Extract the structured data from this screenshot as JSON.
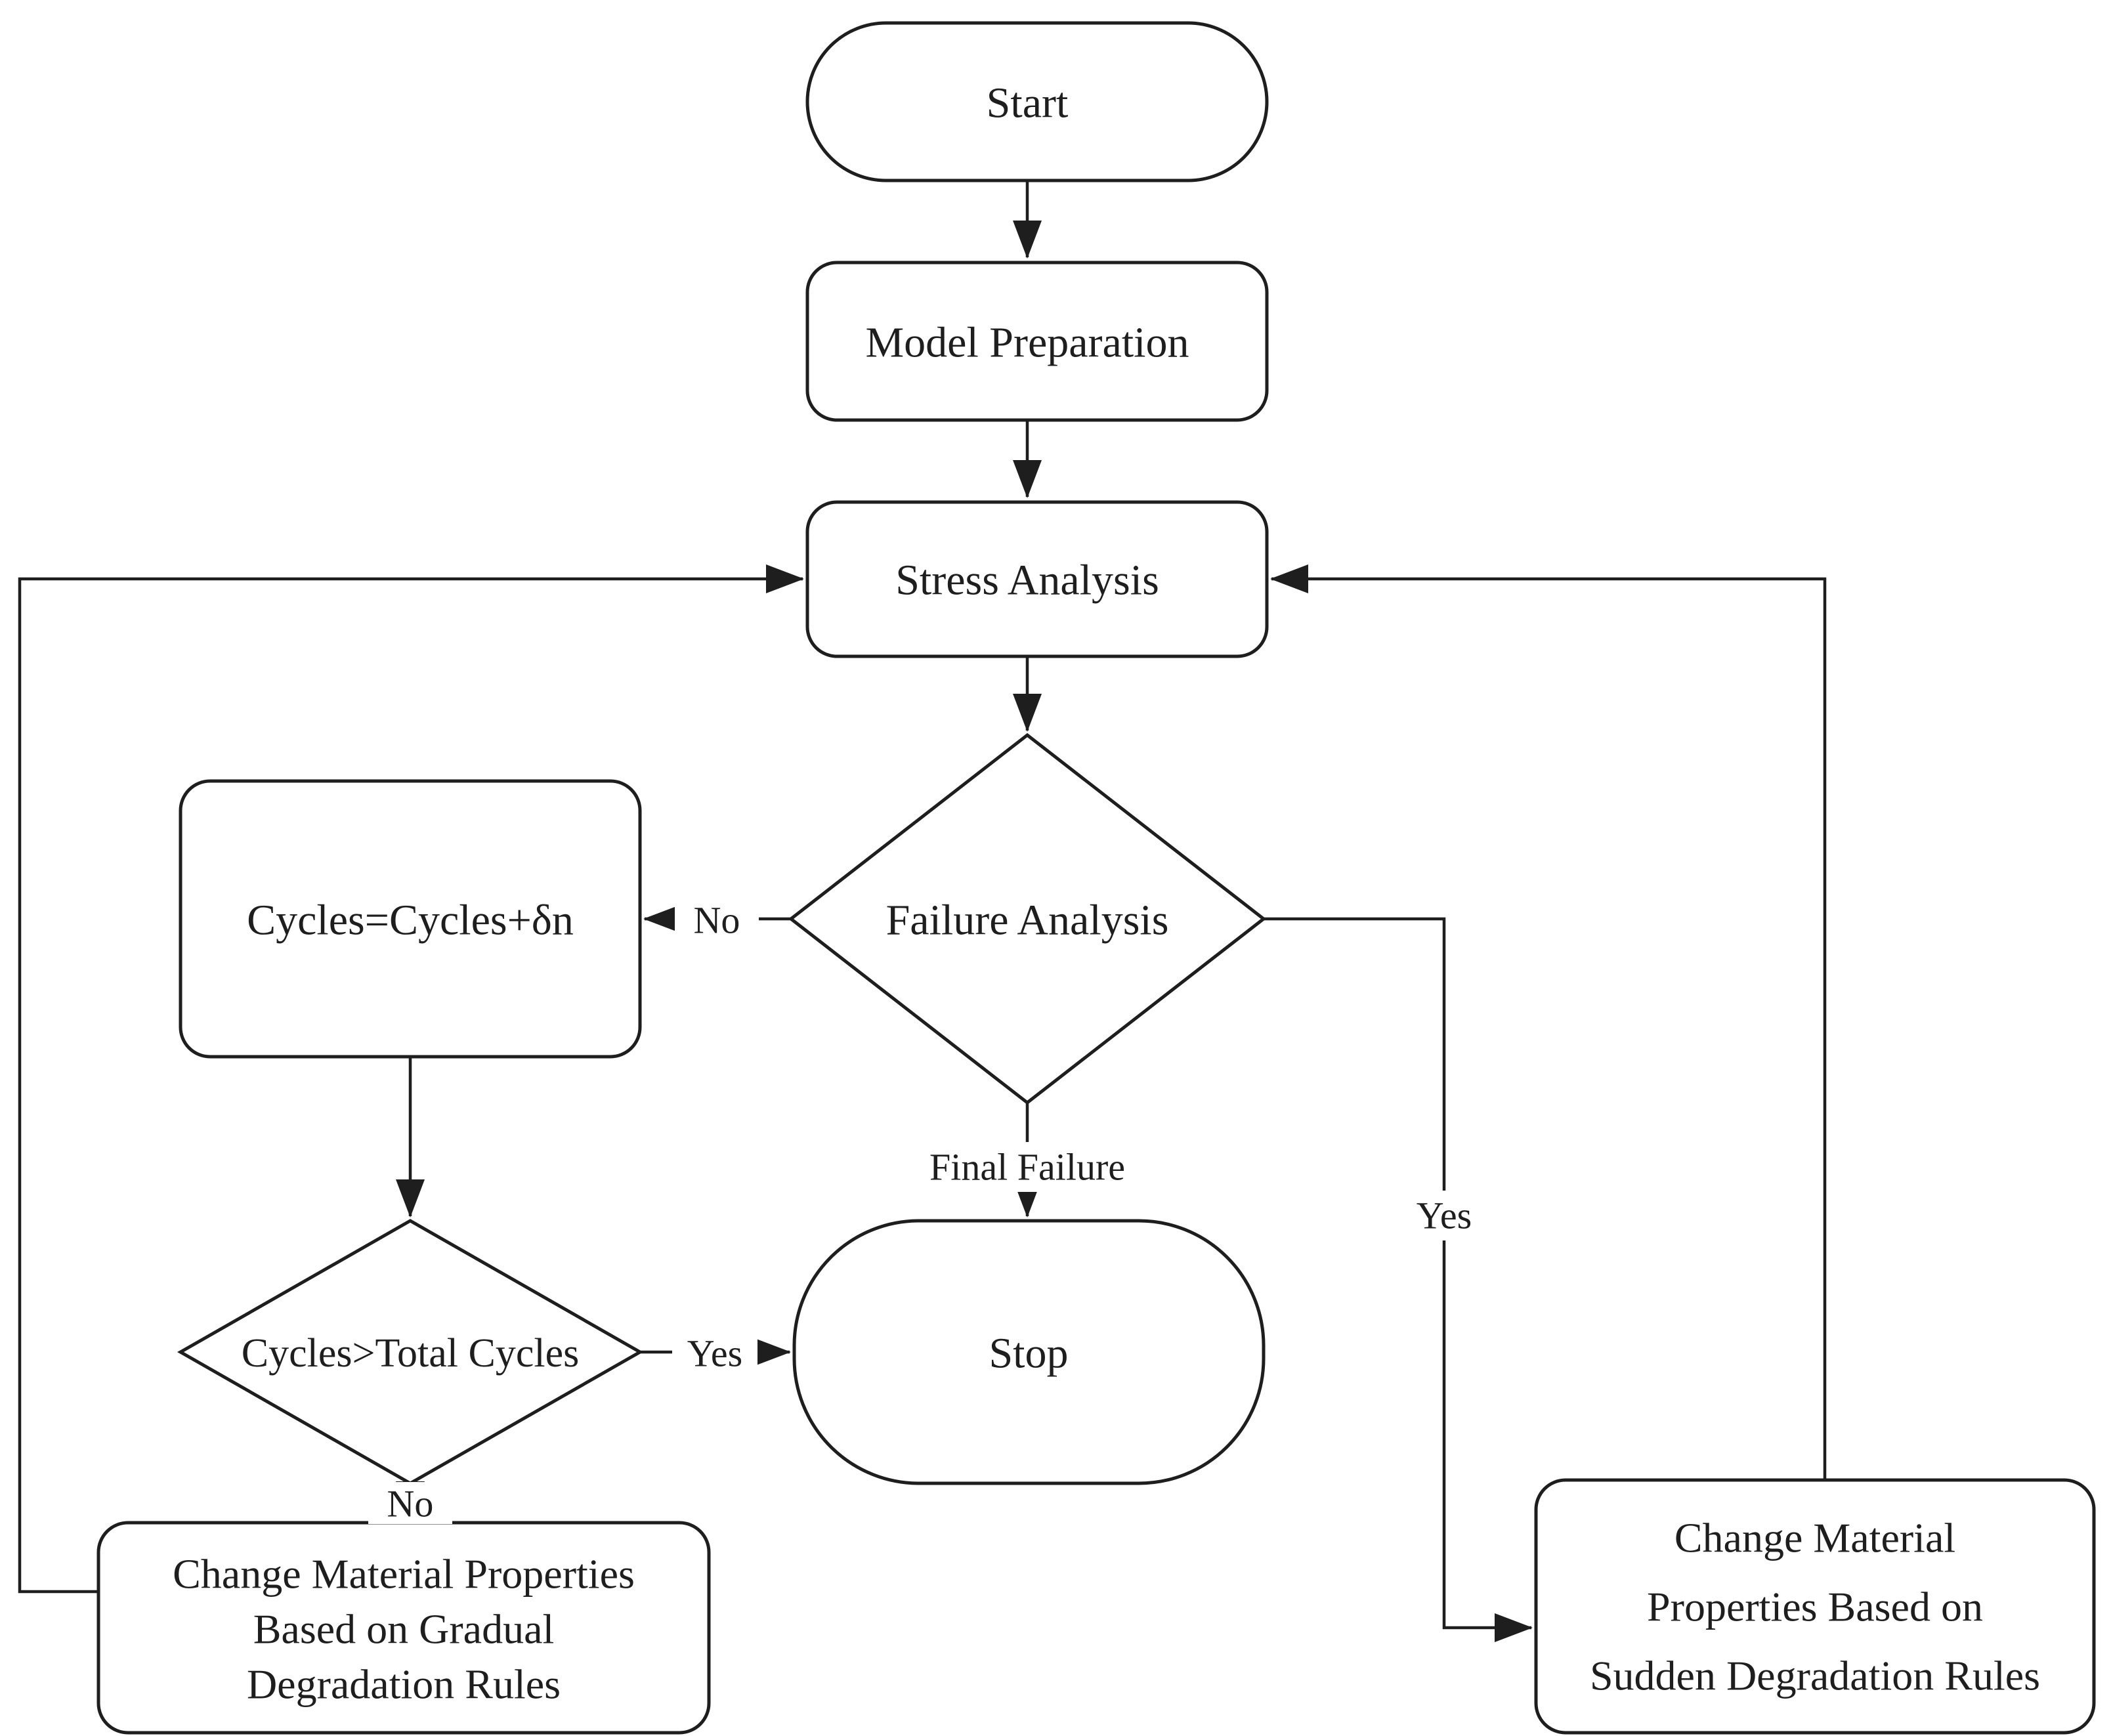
{
  "diagram": {
    "background_color": "#ffffff",
    "line_color": "#1e1e1e",
    "nodes": {
      "start": {
        "type": "terminator",
        "label": "Start"
      },
      "model_preparation": {
        "type": "process",
        "label": "Model Preparation"
      },
      "stress_analysis": {
        "type": "process",
        "label": "Stress Analysis"
      },
      "failure_analysis": {
        "type": "decision",
        "label": "Failure Analysis"
      },
      "cycles_increment": {
        "type": "process",
        "label": "Cycles=Cycles+δn"
      },
      "cycles_check": {
        "type": "decision",
        "label": "Cycles>Total Cycles"
      },
      "stop": {
        "type": "terminator",
        "label": "Stop"
      },
      "gradual_degradation": {
        "type": "process",
        "lines": [
          "Change Material Properties",
          "Based on Gradual",
          "Degradation Rules"
        ]
      },
      "sudden_degradation": {
        "type": "process",
        "lines": [
          "Change Material",
          "Properties Based on",
          "Sudden Degradation Rules"
        ]
      }
    },
    "flows": [
      {
        "from": "start",
        "to": "model_preparation",
        "label": ""
      },
      {
        "from": "model_preparation",
        "to": "stress_analysis",
        "label": ""
      },
      {
        "from": "stress_analysis",
        "to": "failure_analysis",
        "label": ""
      },
      {
        "from": "failure_analysis",
        "to": "cycles_increment",
        "label": "No"
      },
      {
        "from": "failure_analysis",
        "to": "stop",
        "label": "Final Failure"
      },
      {
        "from": "failure_analysis",
        "to": "sudden_degradation",
        "label": "Yes"
      },
      {
        "from": "cycles_increment",
        "to": "cycles_check",
        "label": ""
      },
      {
        "from": "cycles_check",
        "to": "stop",
        "label": "Yes"
      },
      {
        "from": "cycles_check",
        "to": "gradual_degradation",
        "label": "No"
      },
      {
        "from": "gradual_degradation",
        "to": "stress_analysis",
        "label": ""
      },
      {
        "from": "sudden_degradation",
        "to": "stress_analysis",
        "label": ""
      }
    ]
  }
}
